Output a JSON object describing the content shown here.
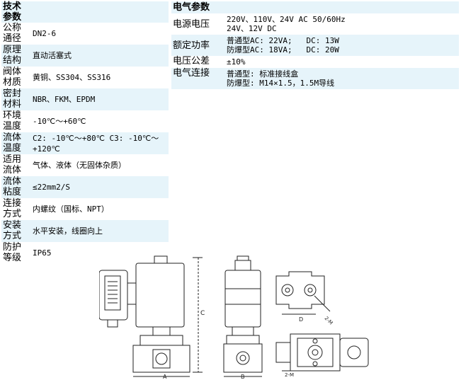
{
  "tech_params": {
    "header": "技术参数",
    "rows": [
      {
        "label": "公称通径",
        "value": "DN2-6"
      },
      {
        "label": "原理结构",
        "value": "直动活塞式"
      },
      {
        "label": "阀体材质",
        "value": "黄铜、SS304、SS316"
      },
      {
        "label": "密封材料",
        "value": "NBR、FKM、EPDM"
      },
      {
        "label": "环境温度",
        "value": "-10℃～+60℃"
      },
      {
        "label": "流体温度",
        "value": "C2: -10℃～+80℃ C3: -10℃～+120℃"
      },
      {
        "label": "适用流体",
        "value": "气体、液体（无固体杂质）"
      },
      {
        "label": "流体粘度",
        "value": "≤22mm2/S"
      },
      {
        "label": "连接方式",
        "value": "内螺纹（国标、NPT）"
      },
      {
        "label": "安装方式",
        "value": "水平安装，线圈向上"
      },
      {
        "label": "防护等级",
        "value": "IP65"
      }
    ]
  },
  "elec_params": {
    "header": "电气参数",
    "rows": [
      {
        "label": "电源电压",
        "lines": [
          "220V、110V、24V AC 50/60Hz",
          "24V、12V DC"
        ]
      },
      {
        "label": "额定功率",
        "lines": [
          "普通型AC: 22VA;   DC: 13W",
          "防爆型AC: 18VA;   DC: 20W"
        ]
      },
      {
        "label": "电压公差",
        "lines": [
          "±10%"
        ]
      },
      {
        "label": "电气连接",
        "lines": [
          "普通型: 标准接线盒",
          "防爆型: M14×1.5，1.5M导线"
        ]
      }
    ]
  },
  "drawing": {
    "dim_A": "A",
    "dim_B": "B",
    "dim_C": "C",
    "dim_D": "D",
    "dim_2M": "2-M"
  }
}
